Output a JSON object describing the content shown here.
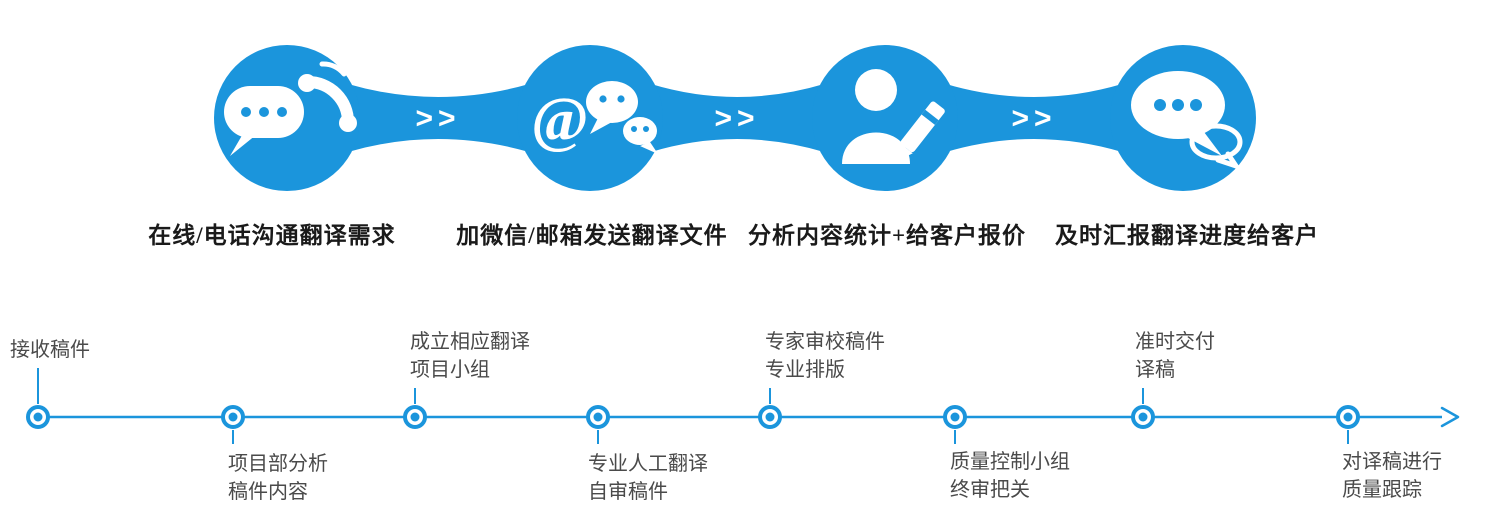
{
  "flow": {
    "chevron": ">>",
    "at_symbol": "@",
    "steps": [
      {
        "label": "在线/电话沟通翻译需求",
        "icon": "chat-phone-icon"
      },
      {
        "label": "加微信/邮箱发送翻译文件",
        "icon": "at-wechat-icon"
      },
      {
        "label": "分析内容统计+给客户报价",
        "icon": "analyst-pencil-icon"
      },
      {
        "label": "及时汇报翻译进度给客户",
        "icon": "chat-bubbles-icon"
      }
    ]
  },
  "timeline": {
    "items": [
      {
        "lines": [
          "接收稿件"
        ],
        "position": "above"
      },
      {
        "lines": [
          "项目部分析",
          "稿件内容"
        ],
        "position": "below"
      },
      {
        "lines": [
          "成立相应翻译",
          "项目小组"
        ],
        "position": "above"
      },
      {
        "lines": [
          "专业人工翻译",
          "自审稿件"
        ],
        "position": "below"
      },
      {
        "lines": [
          "专家审校稿件",
          "专业排版"
        ],
        "position": "above"
      },
      {
        "lines": [
          "质量控制小组",
          "终审把关"
        ],
        "position": "below"
      },
      {
        "lines": [
          "准时交付",
          "译稿"
        ],
        "position": "above"
      },
      {
        "lines": [
          "对译稿进行",
          "质量跟踪"
        ],
        "position": "below"
      }
    ]
  },
  "colors": {
    "accent": "#1b95dc",
    "ink": "#1a1a1a",
    "gray": "#4a4a4a"
  }
}
